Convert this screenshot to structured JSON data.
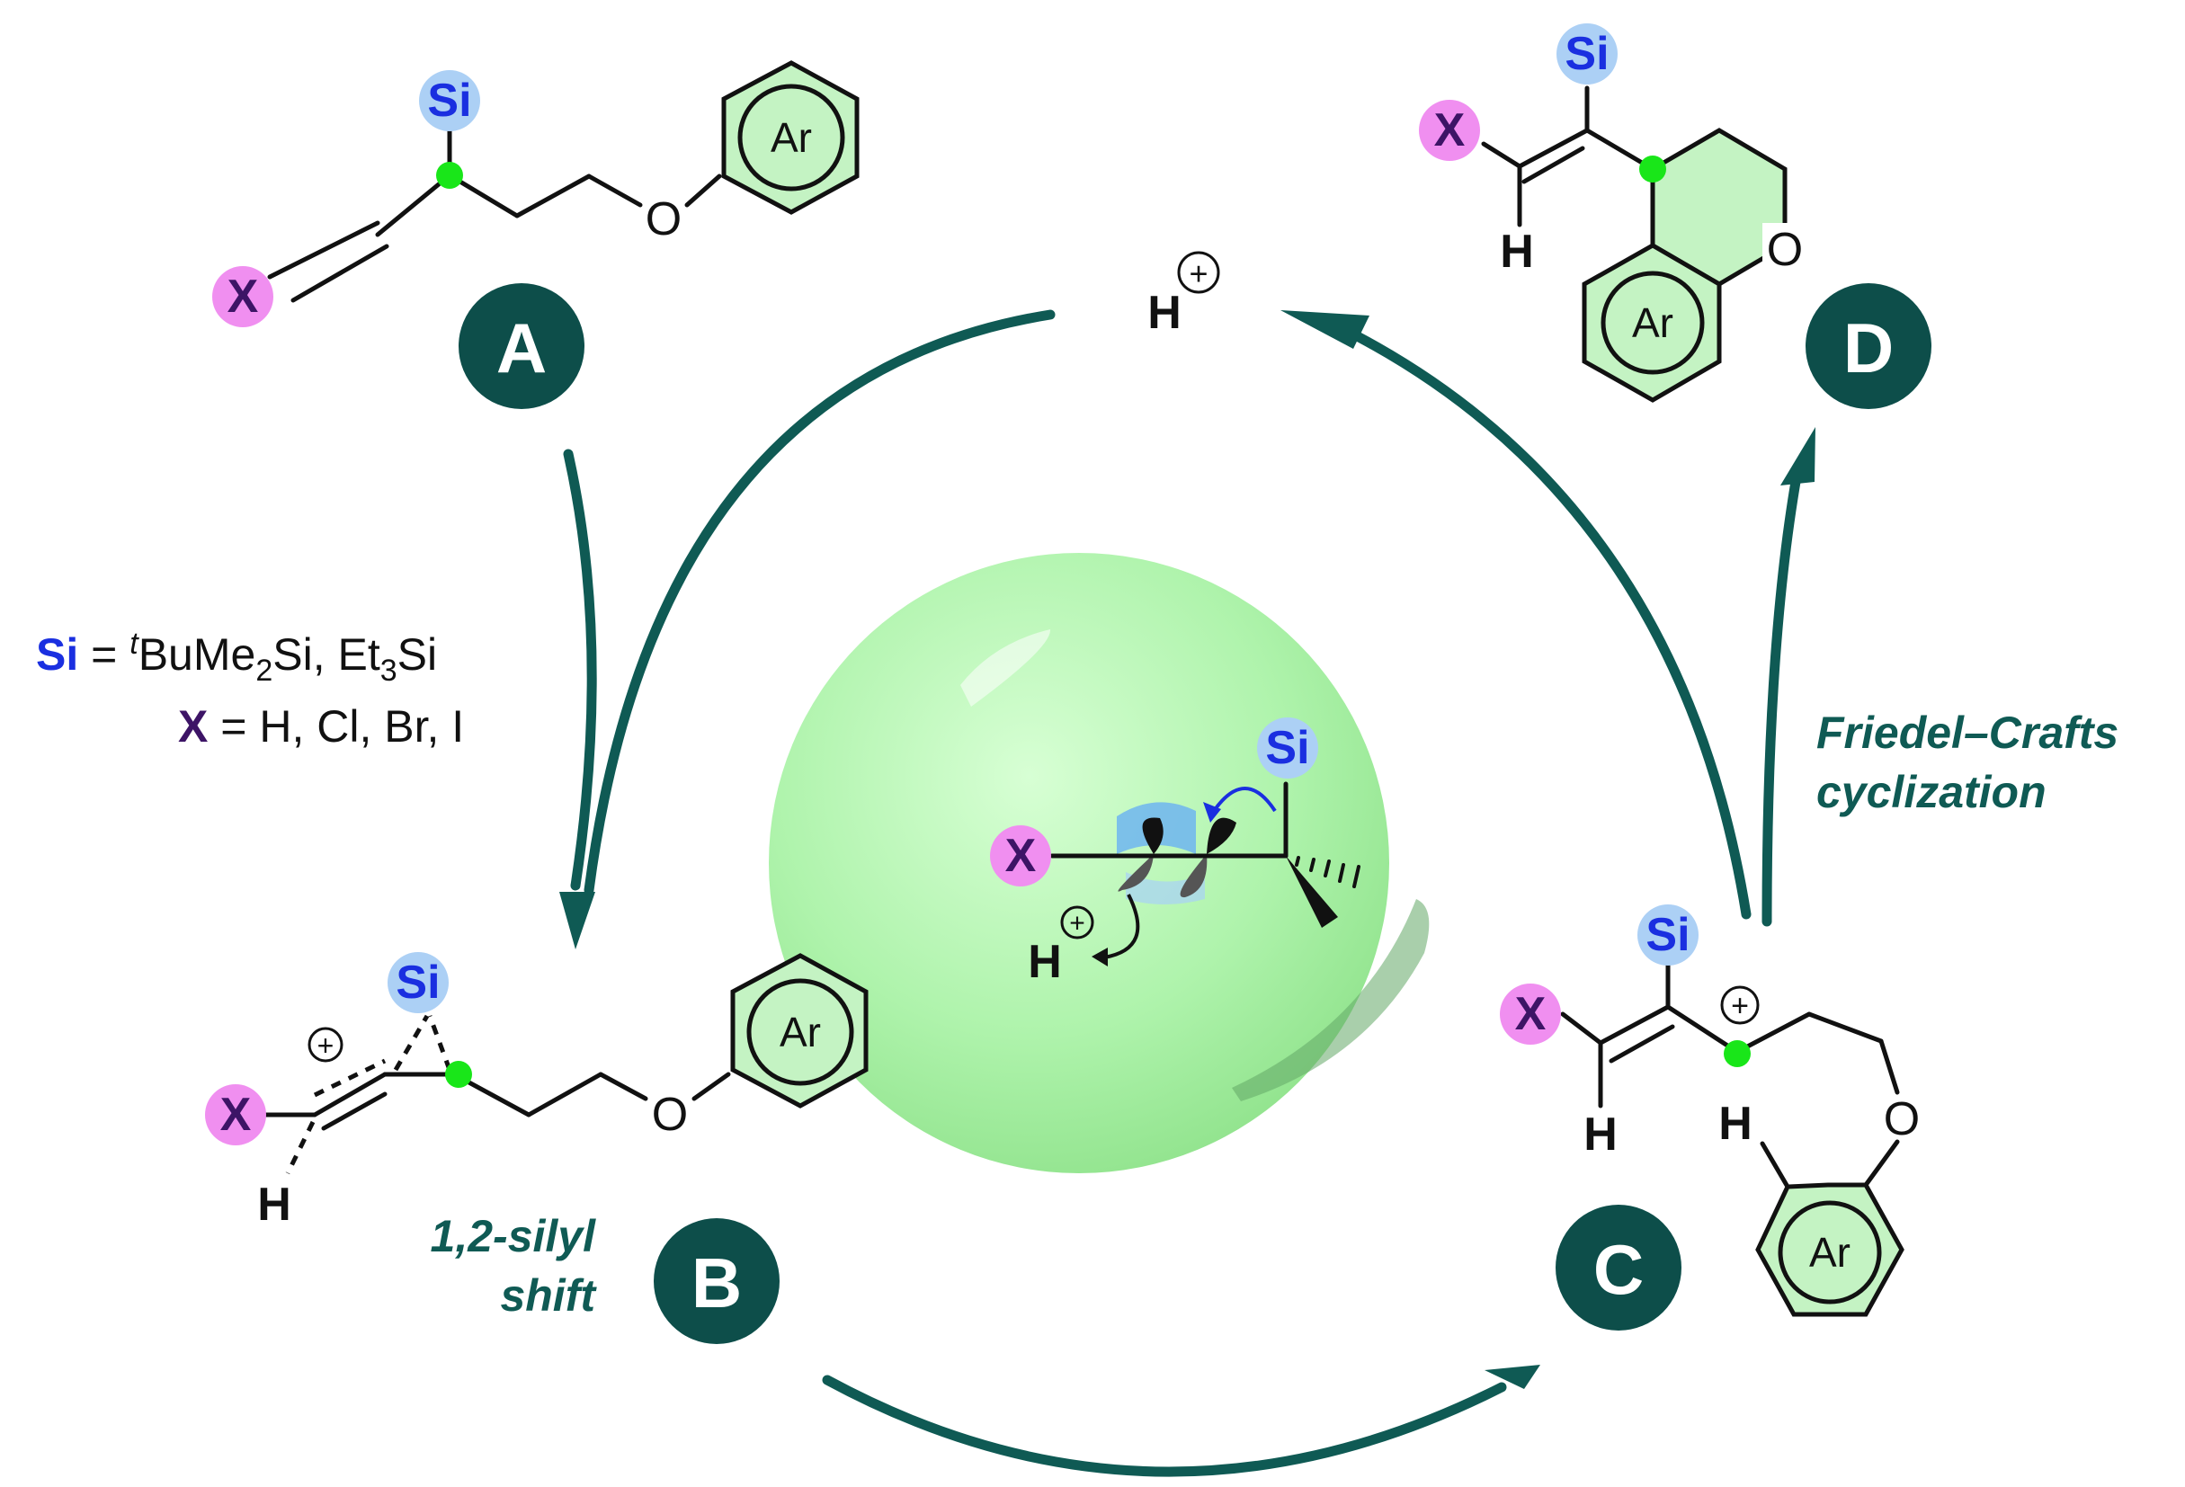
{
  "atoms": {
    "si": "Si",
    "x": "X",
    "h": "H",
    "o": "O",
    "ar": "Ar",
    "plus": "+"
  },
  "intermediates": [
    {
      "id": "A",
      "label": "A"
    },
    {
      "id": "B",
      "label": "B"
    },
    {
      "id": "C",
      "label": "C"
    },
    {
      "id": "D",
      "label": "D"
    }
  ],
  "proton": {
    "label": "H"
  },
  "steps": {
    "silyl_shift": [
      "1,2-silyl",
      "shift"
    ],
    "friedel_crafts": [
      "Friedel–Crafts",
      "cyclization"
    ]
  },
  "legend": {
    "si_label": "Si",
    "si_eq": " = ",
    "si_prefix_sup": "t",
    "si_part1": "BuMe",
    "si_sub1": "2",
    "si_part2": "Si, Et",
    "si_sub2": "3",
    "si_part3": "Si",
    "x_label": "X",
    "x_values": " = H, Cl, Br, I"
  },
  "colors": {
    "teal": "#0f5a54",
    "badge": "#0d4e4a",
    "si_text": "#1a2fe0",
    "si_highlight": "#acd0f5",
    "x_text": "#3d1466",
    "x_highlight": "#f08ff0",
    "carbon_highlight": "#19e619",
    "ring_fill": "#c4f3c3"
  }
}
